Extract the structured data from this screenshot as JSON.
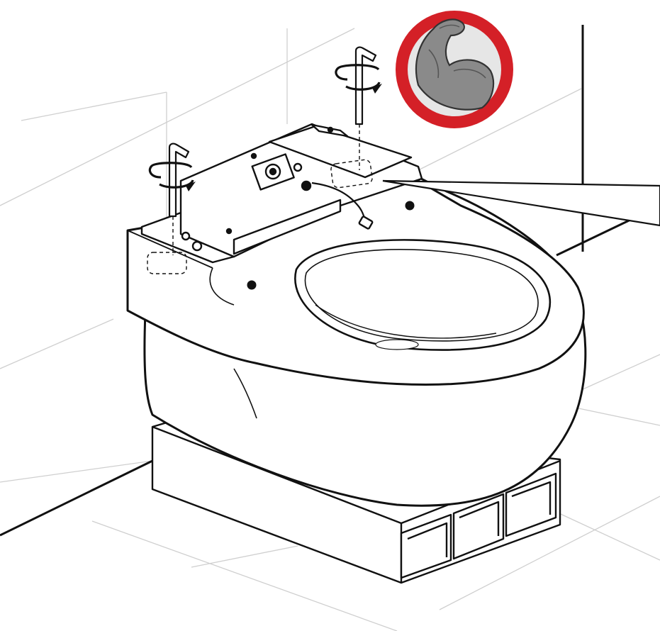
{
  "illustration": {
    "subject": "wall-hung-shower-toilet-installation",
    "step": "tighten-fixing-nuts-with-hex-key",
    "colors": {
      "line": "#111111",
      "grid": "#c8c8c8",
      "fill": "#ffffff",
      "badge_ring": "#d42027",
      "badge_bg": "#e6e6e6",
      "arm": "#8a8a8a"
    },
    "icons": [
      "hex-key-icon",
      "rotation-arrow-icon",
      "strength-warning-icon",
      "callout-pointer"
    ]
  }
}
